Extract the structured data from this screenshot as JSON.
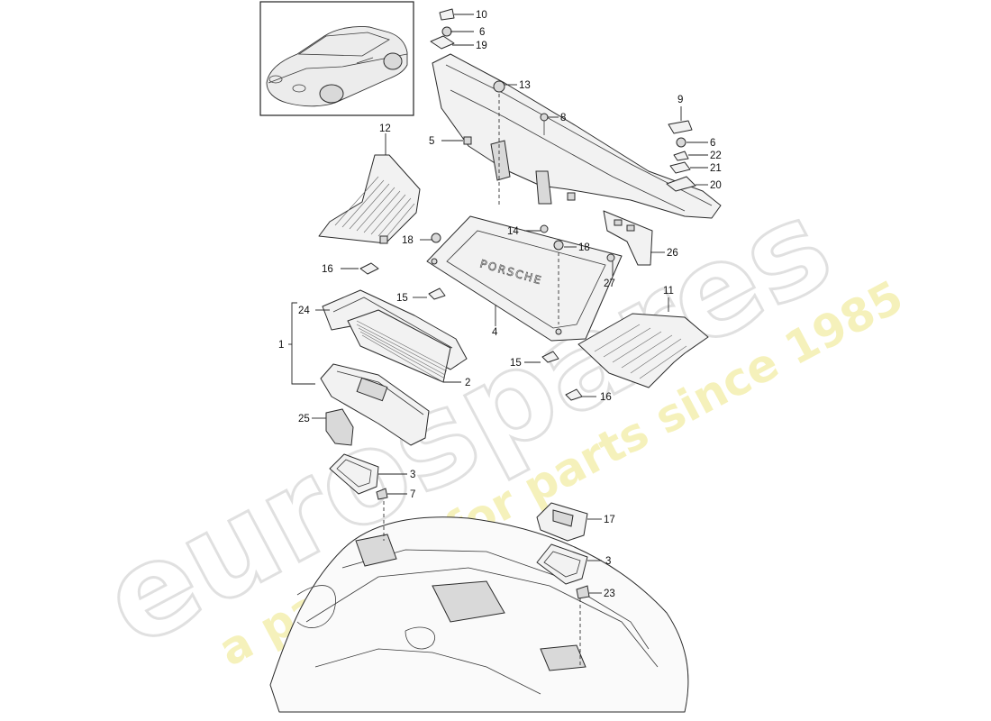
{
  "watermark": {
    "brand": "eurospares",
    "tagline": "a passion for parts since 1985"
  },
  "emblem_text": "PORSCHE",
  "callouts": [
    {
      "id": "c10",
      "label": "10"
    },
    {
      "id": "c6a",
      "label": "6"
    },
    {
      "id": "c19",
      "label": "19"
    },
    {
      "id": "c13",
      "label": "13"
    },
    {
      "id": "c8",
      "label": "8"
    },
    {
      "id": "c9",
      "label": "9"
    },
    {
      "id": "c6b",
      "label": "6"
    },
    {
      "id": "c22",
      "label": "22"
    },
    {
      "id": "c21",
      "label": "21"
    },
    {
      "id": "c20",
      "label": "20"
    },
    {
      "id": "c12",
      "label": "12"
    },
    {
      "id": "c5",
      "label": "5"
    },
    {
      "id": "c14",
      "label": "14"
    },
    {
      "id": "c18a",
      "label": "18"
    },
    {
      "id": "c18b",
      "label": "18"
    },
    {
      "id": "c26",
      "label": "26"
    },
    {
      "id": "c27",
      "label": "27"
    },
    {
      "id": "c16a",
      "label": "16"
    },
    {
      "id": "c15a",
      "label": "15"
    },
    {
      "id": "c24",
      "label": "24"
    },
    {
      "id": "c1",
      "label": "1"
    },
    {
      "id": "c4",
      "label": "4"
    },
    {
      "id": "c11",
      "label": "11"
    },
    {
      "id": "c15b",
      "label": "15"
    },
    {
      "id": "c2",
      "label": "2"
    },
    {
      "id": "c16b",
      "label": "16"
    },
    {
      "id": "c25",
      "label": "25"
    },
    {
      "id": "c3a",
      "label": "3"
    },
    {
      "id": "c7",
      "label": "7"
    },
    {
      "id": "c17",
      "label": "17"
    },
    {
      "id": "c3b",
      "label": "3"
    },
    {
      "id": "c23",
      "label": "23"
    }
  ]
}
